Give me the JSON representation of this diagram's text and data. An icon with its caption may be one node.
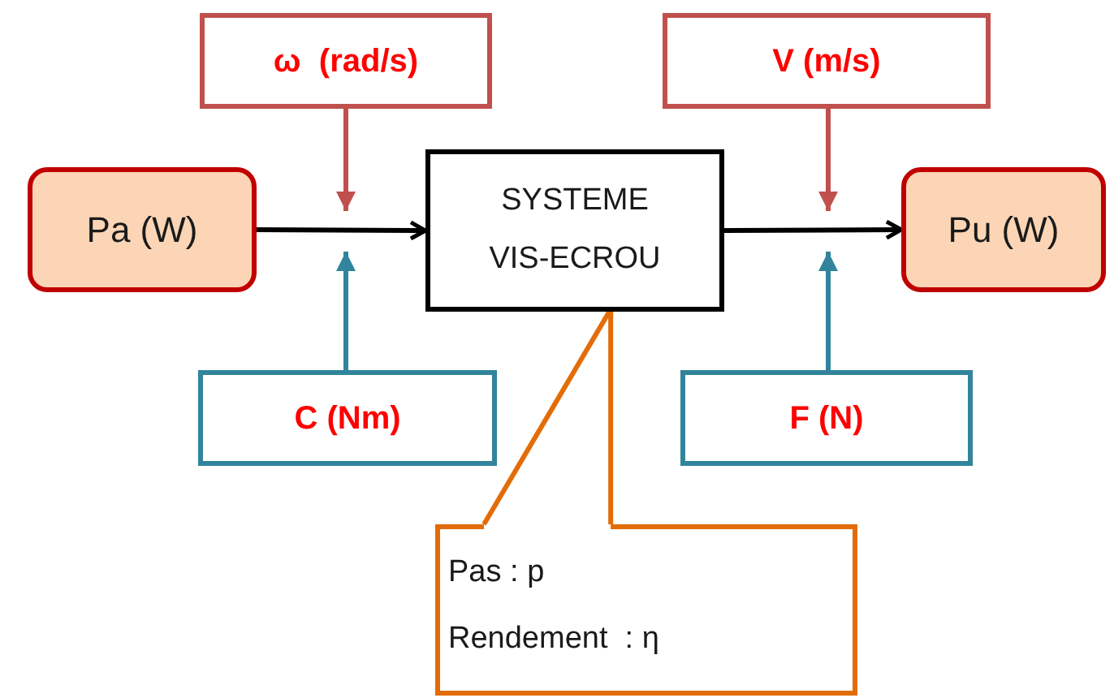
{
  "diagram": {
    "nodes": [
      {
        "text": [
          "Pa (W)"
        ]
      },
      {
        "text": [
          "ω  (rad/s)"
        ]
      },
      {
        "text": [
          "SYSTEME VIS-ECROU"
        ]
      },
      {
        "text": [
          "V (m/s)"
        ]
      },
      {
        "text": [
          "Pu (W)"
        ]
      },
      {
        "text": [
          "C (Nm)"
        ]
      },
      {
        "text": [
          "F (N)"
        ]
      },
      {
        "text": [
          "Pas : p",
          "Rendement  : η"
        ]
      }
    ],
    "edges": [
      {
        "from": 0,
        "to": 2,
        "arrow": "to"
      },
      {
        "from": 2,
        "to": 4,
        "arrow": "to"
      },
      {
        "from": 1,
        "to": null,
        "arrow": "to",
        "color": "#c0504d"
      },
      {
        "from": 5,
        "to": null,
        "arrow": "to",
        "color": "#31849b"
      },
      {
        "from": 3,
        "to": null,
        "arrow": "to",
        "color": "#c0504d"
      },
      {
        "from": 6,
        "to": null,
        "arrow": "to",
        "color": "#31849b"
      },
      {
        "from": 7,
        "to": 2,
        "arrow": "none",
        "color": "#e36c09"
      }
    ]
  }
}
